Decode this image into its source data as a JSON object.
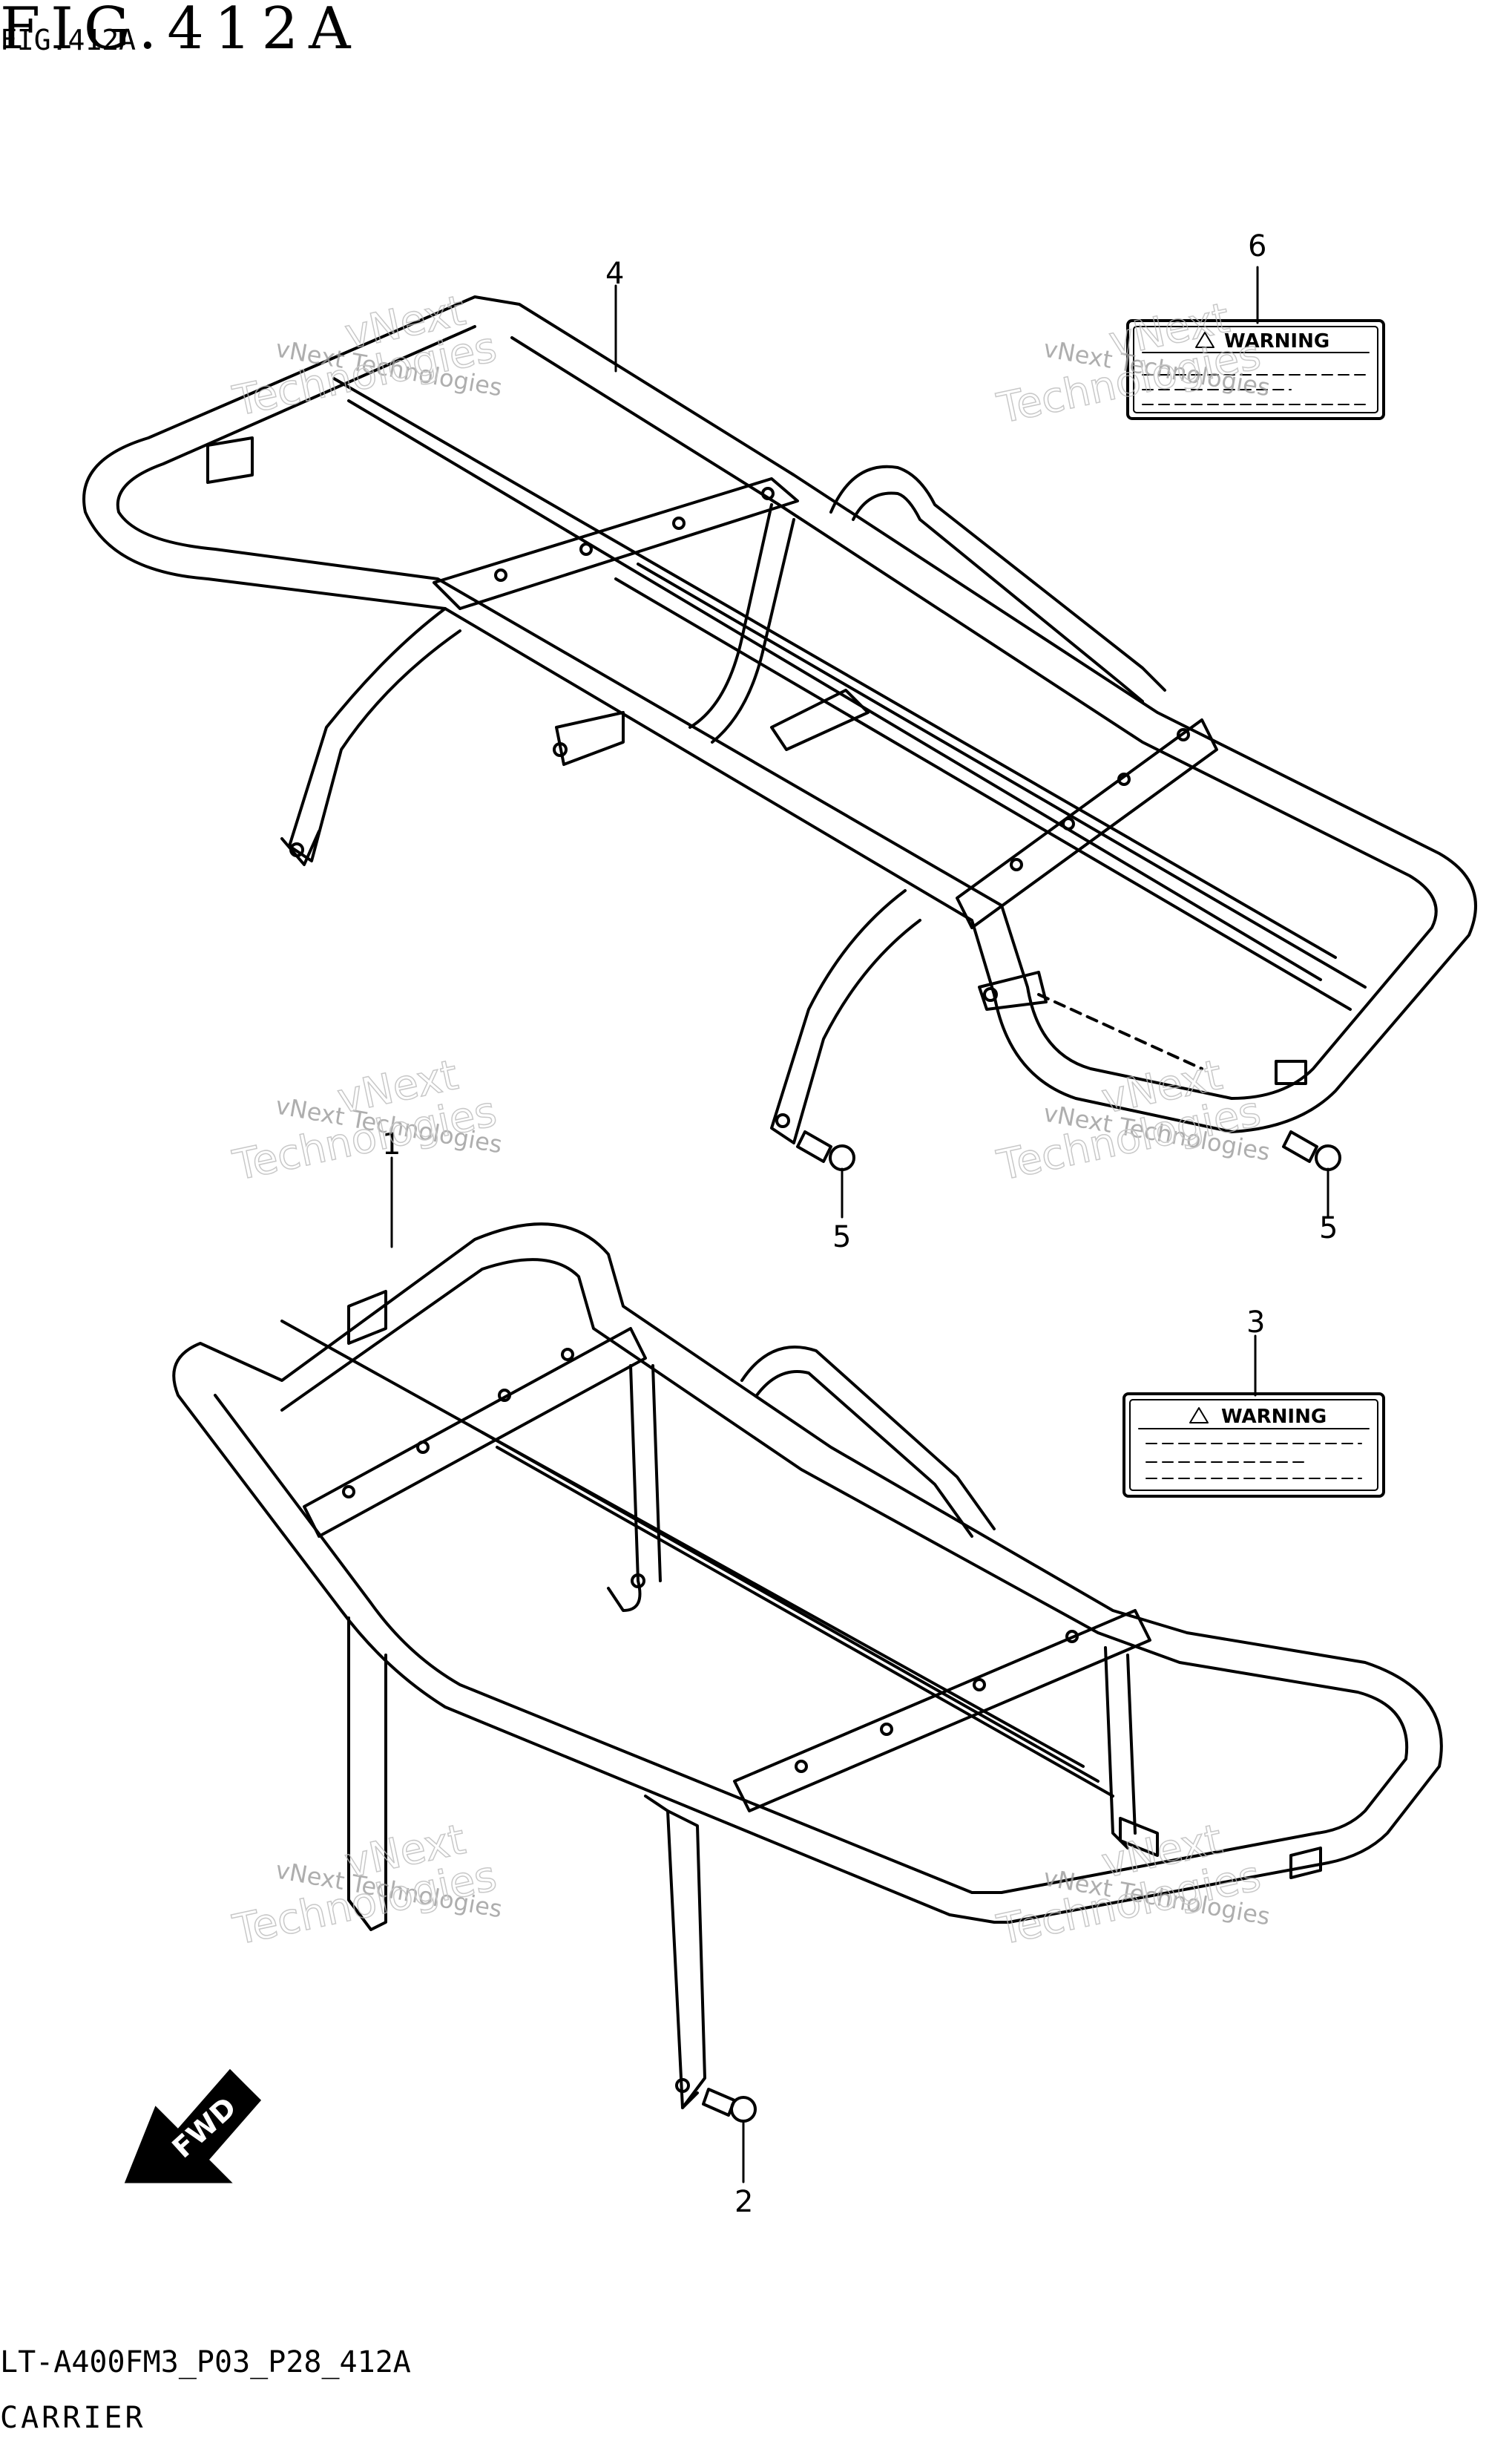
{
  "figure": {
    "title": "FIG.412A",
    "title_small": "FIG.412A"
  },
  "callouts": [
    {
      "id": "4",
      "label": "4"
    },
    {
      "id": "6",
      "label": "6"
    },
    {
      "id": "5a",
      "label": "5"
    },
    {
      "id": "5b",
      "label": "5"
    },
    {
      "id": "1",
      "label": "1"
    },
    {
      "id": "3",
      "label": "3"
    },
    {
      "id": "2",
      "label": "2"
    }
  ],
  "labels": {
    "warning_top": "WARNING",
    "warning_bottom": "WARNING"
  },
  "fwd_arrow": "FWD",
  "watermark": {
    "line1": "vNext Technologies",
    "line2": "Technologies",
    "line3": "vNext"
  },
  "footer": {
    "code": "LT-A400FM3_P03_P28_412A",
    "name": "CARRIER"
  },
  "colors": {
    "line": "#000000",
    "watermark": "#9a9a9a"
  }
}
